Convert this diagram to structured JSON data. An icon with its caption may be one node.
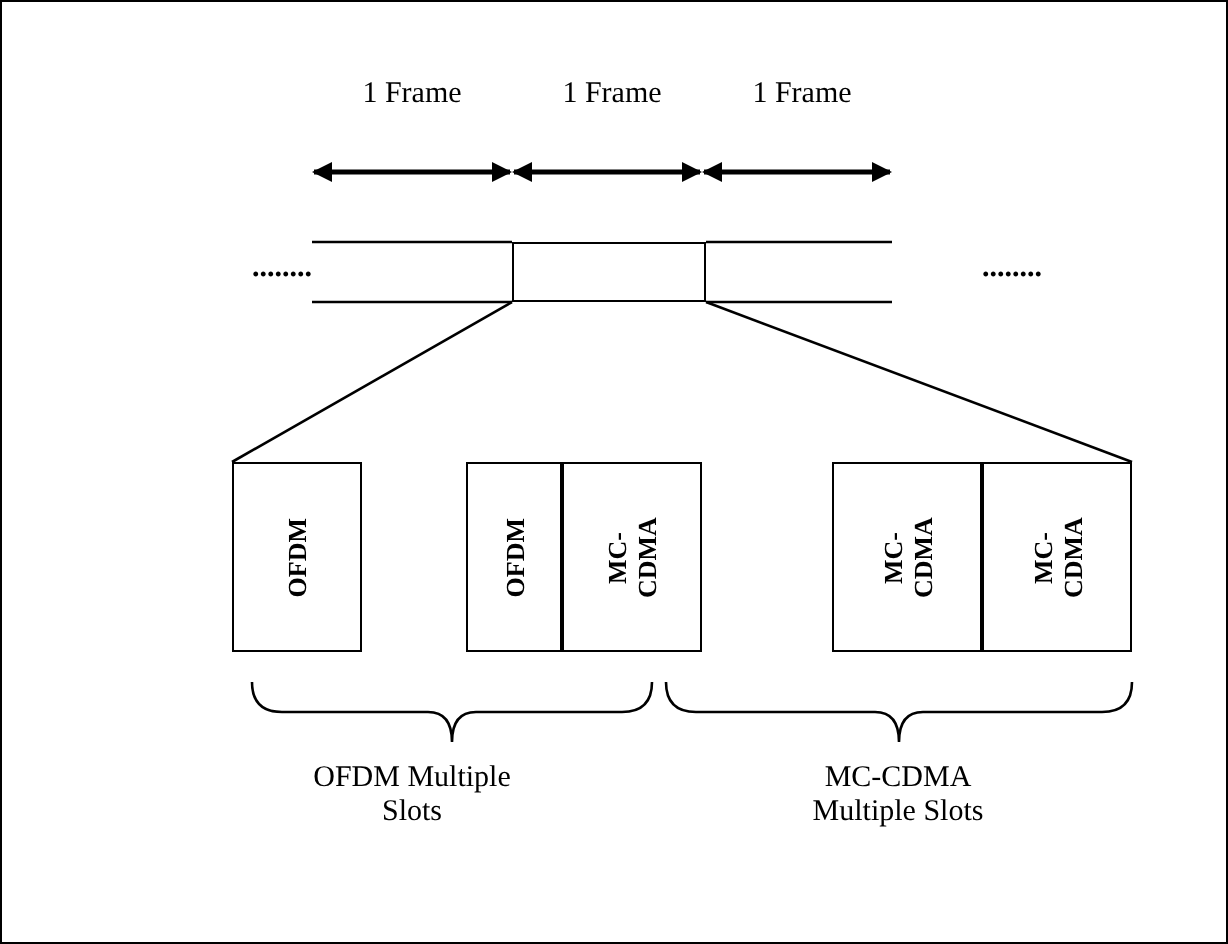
{
  "diagram": {
    "nodes": [
      {
        "text": [],
        "shape": "box"
      },
      {
        "text": [
          "OFDM"
        ]
      },
      {
        "text": [
          "OFDM"
        ]
      },
      {
        "text": [
          "MC-CDMA"
        ]
      },
      {
        "text": [
          "MC-CDMA"
        ]
      },
      {
        "text": [
          "MC-CDMA"
        ]
      }
    ],
    "edges": [
      {
        "from": 0,
        "to": 1,
        "arrow": "none"
      },
      {
        "from": 0,
        "to": 5,
        "arrow": "none"
      }
    ],
    "labels": [
      "1 Frame",
      "1 Frame",
      "1 Frame",
      "........",
      "........",
      "OFDM Multiple Slots",
      "MC-CDMA Multiple Slots"
    ]
  }
}
